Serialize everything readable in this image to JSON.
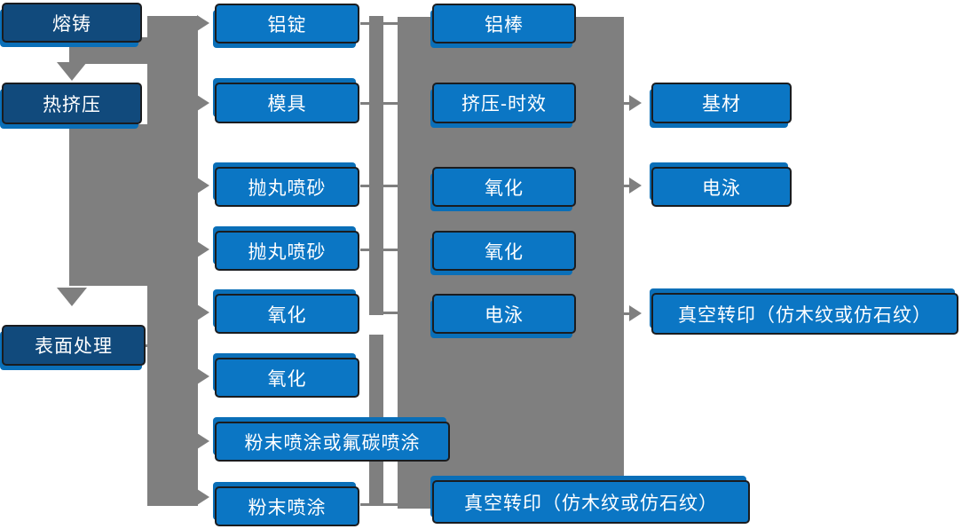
{
  "diagram_type": "process-flowchart",
  "colors": {
    "stage_box": "#114A7C",
    "process_box": "#0B76C4",
    "connector": "#7F7F7F",
    "box_border": "#1A1C1F",
    "text": "#FFFFFF",
    "background": "#FFFFFF"
  },
  "nodes": {
    "melt_casting": "熔铸",
    "hot_extrusion": "热挤压",
    "surface_treatment": "表面处理",
    "aluminum_ingot": "铝锭",
    "mold": "模具",
    "shot_blasting_1": "抛丸喷砂",
    "shot_blasting_2": "抛丸喷砂",
    "oxidation_1": "氧化",
    "oxidation_2": "氧化",
    "powder_or_fluorocarbon_coating": "粉末喷涂或氟碳喷涂",
    "powder_coating": "粉末喷涂",
    "aluminum_rod": "铝棒",
    "extrusion_aging": "挤压-时效",
    "oxidation_3": "氧化",
    "oxidation_4": "氧化",
    "electrophoresis_1": "电泳",
    "vacuum_transfer_print_1": "真空转印（仿木纹或仿石纹）",
    "substrate": "基材",
    "electrophoresis_2": "电泳",
    "vacuum_transfer_print_2": "真空转印（仿木纹或仿石纹）"
  }
}
